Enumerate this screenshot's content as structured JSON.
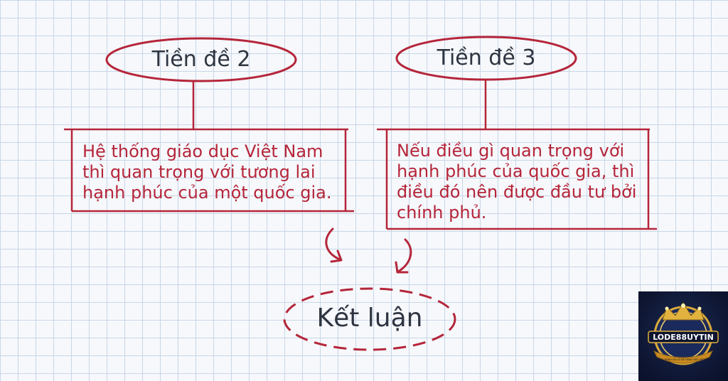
{
  "premise2": {
    "title": "Tiền đề 2",
    "body_lines": [
      "Hệ thống giáo dục Việt Nam",
      "thì quan trọng với tương lai",
      "hạnh phúc của một quốc gia."
    ]
  },
  "premise3": {
    "title": "Tiền đề 3",
    "body_lines": [
      "Nếu điều gì quan trọng với",
      "hạnh phúc của quốc gia, thì",
      "điều đó nên được đầu tư bởi",
      "chính phủ."
    ]
  },
  "conclusion": {
    "title": "Kết luận"
  },
  "logo": {
    "brand": "LODE88UYTIN",
    "tagline": "TRANG ĐÁNH GIÁ LÔ ĐỀ HÀNG ĐẦU VIỆT NAM"
  },
  "colors": {
    "accent": "#b5253a",
    "text": "#2e3440",
    "grid": "#c9d6e8"
  }
}
